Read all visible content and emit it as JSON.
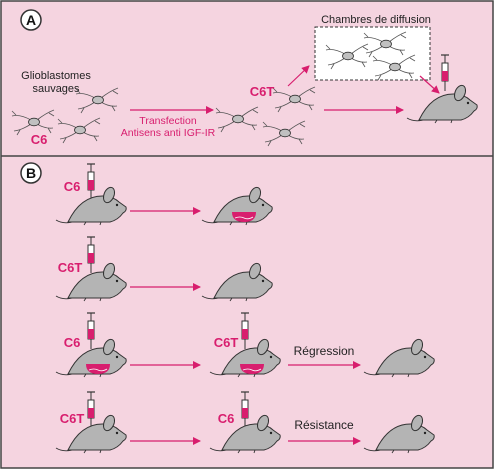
{
  "panel_a": {
    "badge": "A",
    "wild_label_line1": "Glioblastomes",
    "wild_label_line2": "sauvages",
    "c6_label": "C6",
    "transfection_line1": "Transfection",
    "transfection_line2": "Antisens anti IGF-IR",
    "c6t_label": "C6T",
    "chamber_title": "Chambres de diffusion"
  },
  "panel_b": {
    "badge": "B",
    "row1": {
      "injected": "C6"
    },
    "row2": {
      "injected": "C6T"
    },
    "row3": {
      "injected_first": "C6",
      "injected_second": "C6T",
      "outcome": "Régression"
    },
    "row4": {
      "injected_first": "C6T",
      "injected_second": "C6",
      "outcome": "Résistance"
    }
  },
  "colors": {
    "background": "#f5d4e0",
    "border": "#444444",
    "accent": "#d81e6e",
    "mouse_fill": "#b4b4b4",
    "cell_fill": "#c0c0c0"
  }
}
